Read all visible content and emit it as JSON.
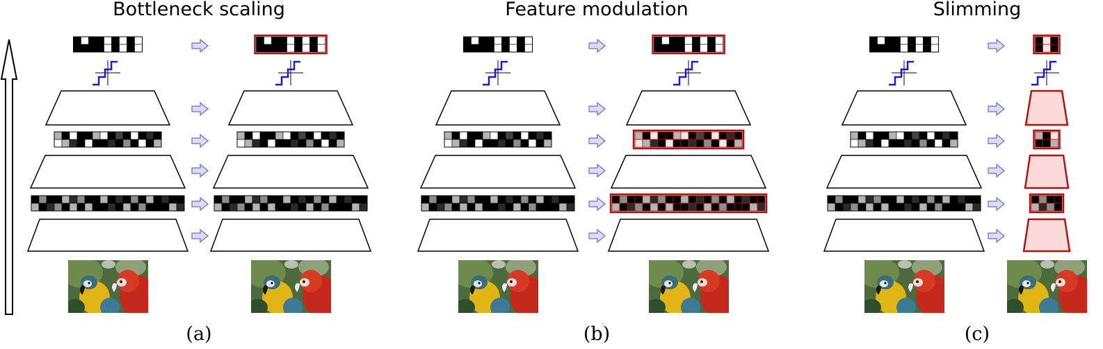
{
  "panels": [
    {
      "title": "Bottleneck scaling",
      "caption": "(a)",
      "variant": "scaling"
    },
    {
      "title": "Feature modulation",
      "caption": "(b)",
      "variant": "modulation"
    },
    {
      "title": "Slimming",
      "caption": "(c)",
      "variant": "slimming"
    }
  ],
  "icons": {
    "quantizer": "staircase-quantizer-icon",
    "arrow": "right-arrow-icon",
    "flow": "upward-arrow-icon",
    "photo": "parrots-photo"
  },
  "colors": {
    "highlight": "#b01515",
    "slim_fill": "#fbdada",
    "arrow_fill": "#dcdcf6",
    "arrow_stroke": "#6c6cc8",
    "quantizer": "#1a1adc"
  },
  "grids": {
    "top": [
      0,
      1,
      0,
      0,
      1,
      0,
      1,
      0,
      1,
      0,
      0,
      0,
      0,
      1,
      0,
      1,
      0,
      1
    ],
    "mid": [
      6,
      0,
      1,
      0,
      0,
      6,
      1,
      0,
      3,
      0,
      1,
      0,
      2,
      0,
      1,
      6,
      2,
      0,
      1,
      0,
      0,
      2,
      0,
      5,
      0,
      1,
      0,
      6
    ],
    "low": [
      0,
      5,
      0,
      0,
      6,
      2,
      5,
      0,
      0,
      6,
      0,
      2,
      0,
      5,
      0,
      6,
      0,
      2,
      0,
      0,
      6,
      0,
      2,
      5,
      0,
      6,
      0,
      6,
      0,
      0,
      2,
      0,
      6,
      0,
      5,
      0,
      0,
      0,
      6,
      2
    ]
  }
}
